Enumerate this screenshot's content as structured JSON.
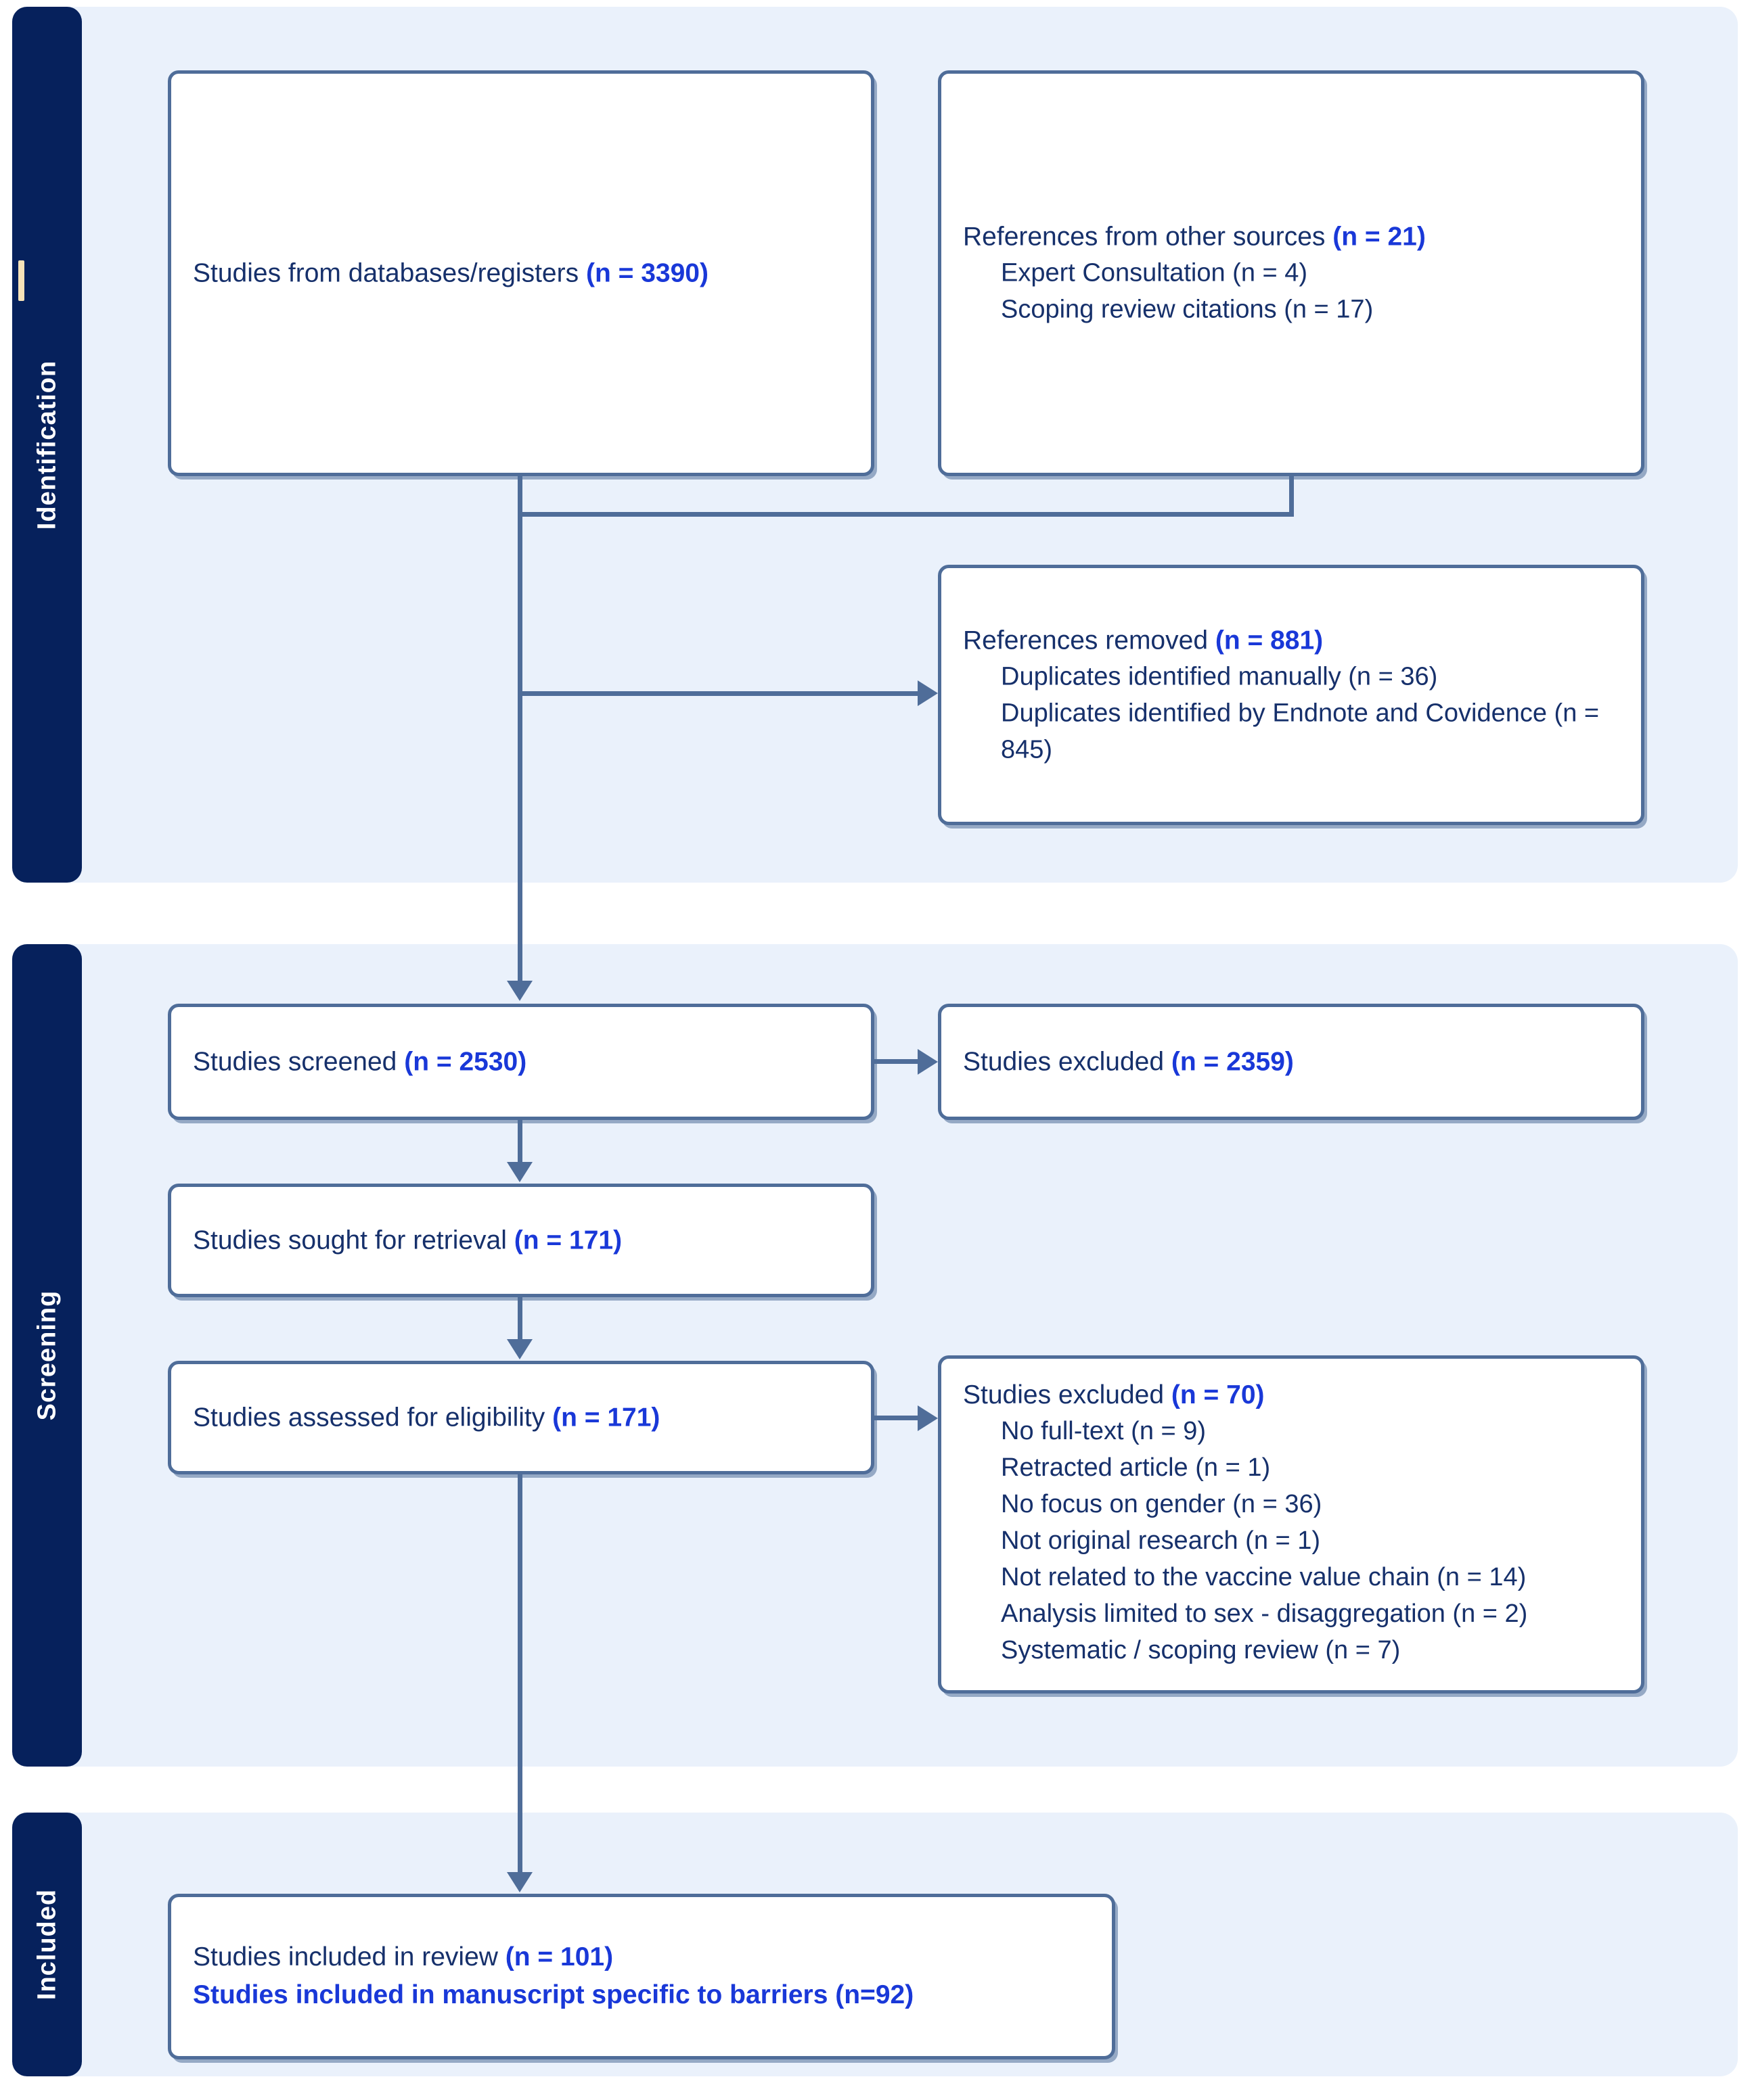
{
  "diagram": {
    "title": "PRISMA flow diagram",
    "colors": {
      "sidebar": "#06215c",
      "band": "#eaf1fb",
      "box_border": "#4f6d99",
      "text": "#16306b",
      "accent_number": "#1938d8",
      "tick": "#f7e3b8"
    }
  },
  "sections": [
    {
      "key": "identification",
      "label": "Identification"
    },
    {
      "key": "screening",
      "label": "Screening"
    },
    {
      "key": "included",
      "label": "Included"
    }
  ],
  "boxes": {
    "databases": {
      "main": "Studies from databases/registers ",
      "main_n": "(n = 3390)"
    },
    "other_sources": {
      "main": "References from other sources ",
      "main_n": "(n = 21)",
      "items": [
        "Expert Consultation (n = 4)",
        "Scoping review citations (n = 17)"
      ]
    },
    "references_removed": {
      "main": "References removed ",
      "main_n": "(n = 881)",
      "items": [
        "Duplicates identified manually (n = 36)",
        "Duplicates identified by Endnote and Covidence (n = 845)"
      ]
    },
    "screened": {
      "main": "Studies screened ",
      "main_n": "(n = 2530)"
    },
    "screened_excluded": {
      "main": "Studies excluded ",
      "main_n": "(n = 2359)"
    },
    "sought": {
      "main": "Studies sought for retrieval ",
      "main_n": "(n = 171)"
    },
    "assessed": {
      "main": "Studies assessed for eligibility ",
      "main_n": "(n = 171)"
    },
    "eligibility_excluded": {
      "main": "Studies excluded ",
      "main_n": "(n = 70)",
      "items": [
        "No full-text (n = 9)",
        "Retracted article (n = 1)",
        "No focus on gender (n = 36)",
        "Not original research (n = 1)",
        "Not related to the vaccine value chain (n = 14)",
        "Analysis limited to sex - disaggregation (n = 2)",
        "Systematic / scoping review (n = 7)"
      ]
    },
    "included": {
      "main": "Studies included in review ",
      "main_n": "(n = 101)",
      "second": "Studies included in manuscript specific to barriers (n=92)"
    }
  }
}
